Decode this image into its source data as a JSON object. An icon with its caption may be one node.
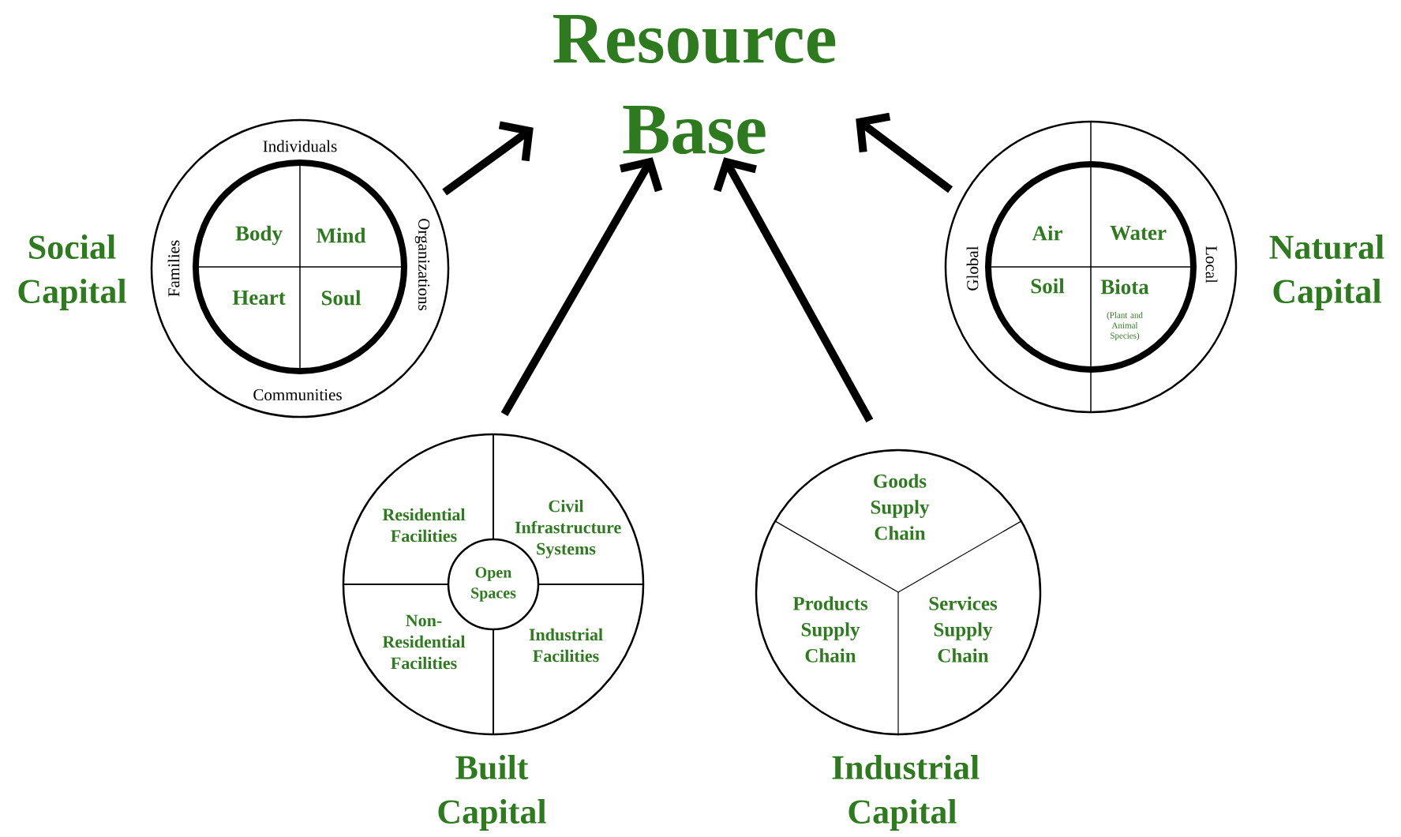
{
  "diagram": {
    "nodes": [
      {
        "text": [
          "Resource Base"
        ]
      },
      {
        "text": [
          "Social Capital",
          "Individuals",
          "Organizations",
          "Communities",
          "Families"
        ]
      },
      {
        "text": [
          "Body",
          "Mind",
          "Heart",
          "Soul"
        ],
        "in": 1
      },
      {
        "text": [
          "Natural Capital",
          "Global",
          "Local"
        ]
      },
      {
        "text": [
          "Air",
          "Water",
          "Soil",
          "Biota",
          "(Plant and Animal Species)"
        ],
        "in": 3
      },
      {
        "text": [
          "Residential Facilities",
          "Civil Infrastructure Systems",
          "Non-Residential Facilities",
          "Industrial Facilities",
          "Built Capital"
        ]
      },
      {
        "text": [
          "Open Spaces"
        ],
        "in": 5
      },
      {
        "text": [
          "Goods Supply Chain",
          "Products Supply Chain",
          "Services Supply Chain",
          "Industrial Capital"
        ]
      }
    ],
    "edges": [
      {
        "from": 1,
        "to": 0,
        "arrow": "to"
      },
      {
        "from": 5,
        "to": 0,
        "arrow": "to"
      },
      {
        "from": 7,
        "to": 0,
        "arrow": "to"
      },
      {
        "from": 3,
        "to": 0,
        "arrow": "to"
      }
    ]
  }
}
